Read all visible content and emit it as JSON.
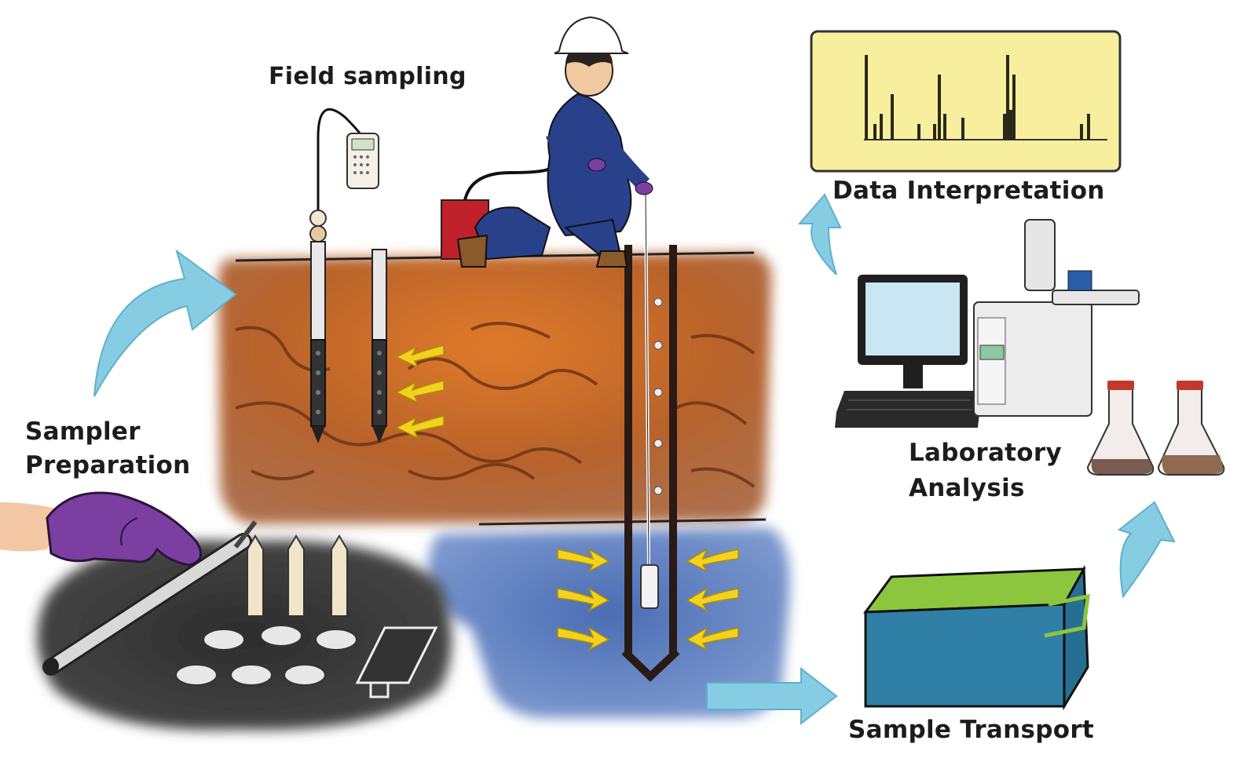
{
  "labels": {
    "field_sampling": "Field sampling",
    "sampler_preparation_line1": "Sampler",
    "sampler_preparation_line2": "Preparation",
    "data_interpretation": "Data Interpretation",
    "laboratory_analysis_line1": "Laboratory",
    "laboratory_analysis_line2": "Analysis",
    "sample_transport": "Sample Transport"
  },
  "colors": {
    "soil": "#c46a2e",
    "groundwater": "#4f72b8",
    "prep_mat": "#3a3a3a",
    "arrow": "#86cde3",
    "chart_bg": "#f8ef9e",
    "worker": "#28418a",
    "glove": "#7a3fa0",
    "cooler_body": "#2f7fa6",
    "cooler_lid": "#8cc63f",
    "flow_arrow": "#f2d21e"
  },
  "process_steps": [
    "Sampler Preparation",
    "Field sampling",
    "Sample Transport",
    "Laboratory Analysis",
    "Data Interpretation"
  ]
}
